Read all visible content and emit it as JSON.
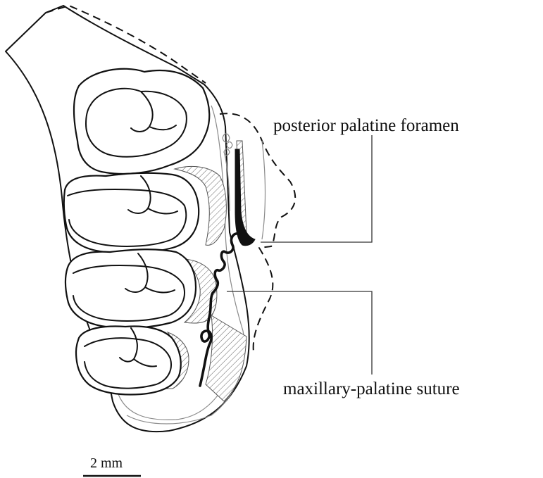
{
  "labels": {
    "posterior_palatine_foramen": "posterior palatine foramen",
    "maxillary_palatine_suture": "maxillary-palatine suture"
  },
  "scale_bar": {
    "text": "2 mm"
  },
  "colors": {
    "ink": "#111111",
    "background": "#ffffff",
    "leader": "#333333"
  }
}
